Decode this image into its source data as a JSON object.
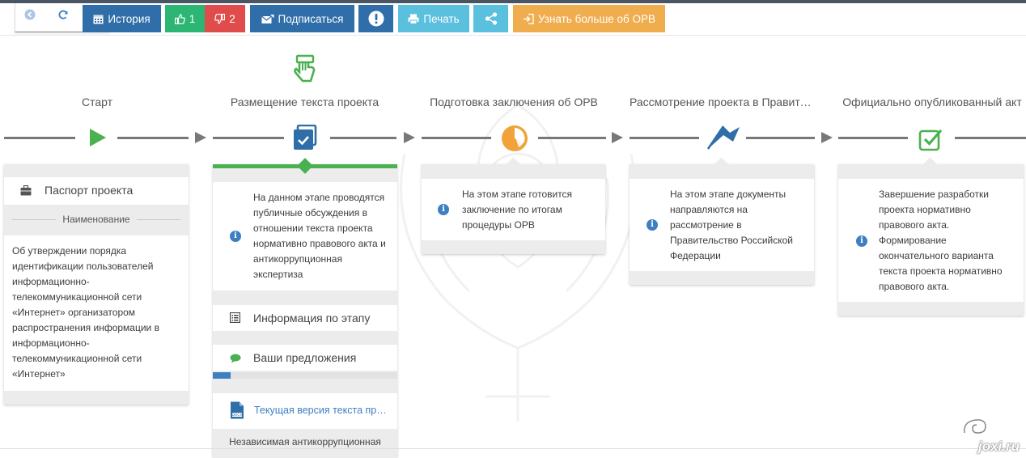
{
  "toolbar": {
    "history_label": "История",
    "likes_count": "1",
    "dislikes_count": "2",
    "subscribe_label": "Подписаться",
    "print_label": "Печать",
    "learn_more_label": "Узнать больше об ОРВ"
  },
  "stages": [
    {
      "title": "Старт"
    },
    {
      "title": "Размещение текста проекта"
    },
    {
      "title": "Подготовка заключения об ОРВ"
    },
    {
      "title": "Рассмотрение проекта в Правите…"
    },
    {
      "title": "Официально опубликованный акт"
    }
  ],
  "passport": {
    "title": "Паспорт проекта",
    "section_label": "Наименование",
    "name_text": "Об утверждении порядка идентификации пользователей информационно-телекоммуникационной сети «Интернет» организатором распространения информации в информационно-телекоммуникационной сети «Интернет»"
  },
  "stage2": {
    "info_text": "На данном этапе проводятся публичные обсуждения в отношении текста проекта нормативно правового акта и антикоррупционная экспертиза",
    "stage_info_label": "Информация по этапу",
    "proposals_label": "Ваши предложения",
    "current_version_label": "Текущая версия текста прое…",
    "anticorruption_label": "Независимая антикоррупционная"
  },
  "stage3": {
    "info_text": "На этом этапе готовится заключение по итогам процедуры ОРВ"
  },
  "stage4": {
    "info_text": "На этом этапе документы направляются на рассмотрение в Правительство Российской Федерации"
  },
  "stage5": {
    "info_text": "Завершение разработки проекта нормативно правового акта. Формирование окончательного варианта текста проекта нормативно правового акта."
  },
  "colors": {
    "history_btn": "#2f6ea8",
    "like_btn": "#2cb573",
    "dislike_btn": "#e04b4b",
    "subscribe_btn": "#2f6ea8",
    "alert_btn": "#2f6ea8",
    "print_btn": "#5bc0de",
    "share_btn": "#5bc0de",
    "learn_btn": "#f0ad4e",
    "active_green": "#4bb04f",
    "pie_orange": "#f0a33a",
    "icon_blue": "#2f6ea8"
  },
  "icons": {
    "back": "circle-arrow-icon",
    "refresh": "refresh-icon",
    "history": "calendar-icon",
    "like": "thumbs-up-icon",
    "dislike": "thumbs-down-icon",
    "subscribe": "envelope-icon",
    "alert": "exclamation-icon",
    "print": "printer-icon",
    "share": "share-icon",
    "learn": "sign-in-icon",
    "pointer": "hand-pointer-icon",
    "start": "play-icon",
    "document": "document-check-icon",
    "pie": "pie-chart-icon",
    "plane": "paper-plane-icon",
    "check": "check-square-icon",
    "info": "info-icon",
    "briefcase": "briefcase-icon",
    "list": "list-icon",
    "comment": "comment-icon",
    "doc_file": "doc-file-icon"
  },
  "watermark": "joxi.ru"
}
